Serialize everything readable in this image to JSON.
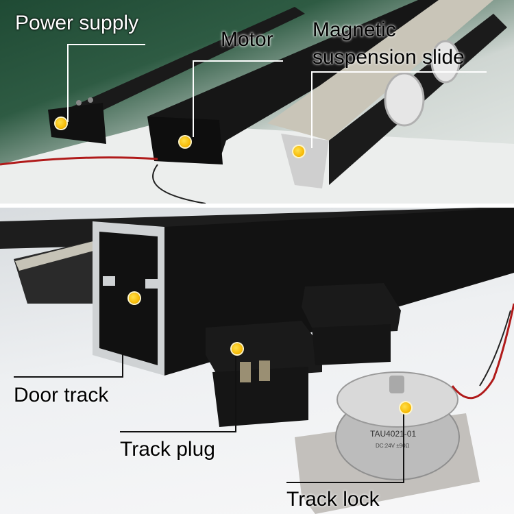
{
  "labels": {
    "power_supply": "Power supply",
    "motor": "Motor",
    "magnetic_line1": "Magnetic",
    "magnetic_line2": "suspension slide",
    "door_track": "Door track",
    "track_plug": "Track plug",
    "track_lock": "Track lock",
    "lock_marking1": "TAU4021-01",
    "lock_marking2": "DC:24V  ±90Ω"
  },
  "colors": {
    "marker": "#f6b700",
    "leader_light": "#ffffff",
    "leader_dark": "#111111",
    "aluminium_black": "#141414",
    "table_green": "#2e5b43"
  },
  "icons": [
    "marker-dot-icon"
  ]
}
